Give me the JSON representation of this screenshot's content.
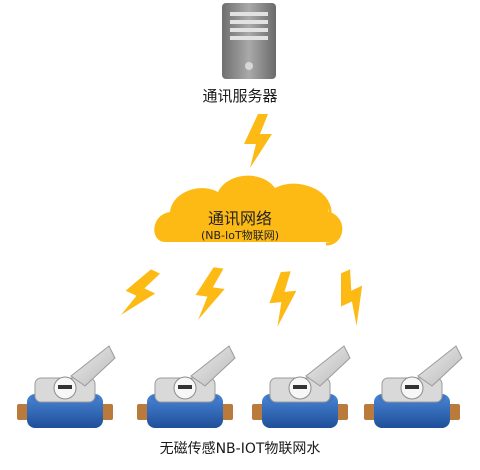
{
  "server": {
    "label": "通讯服务器",
    "icon": "server-icon"
  },
  "network": {
    "title": "通讯网络",
    "subtitle": "(NB-IoT物联网)",
    "icon": "cloud-icon",
    "color": "#FDBA14"
  },
  "meters": {
    "label": "无磁传感NB-IOT物联网水",
    "count": 4,
    "icon": "water-meter-icon",
    "body_color": "#2F66B6"
  },
  "links": {
    "icon": "lightning-bolt-icon",
    "color": "#FDBA14"
  }
}
